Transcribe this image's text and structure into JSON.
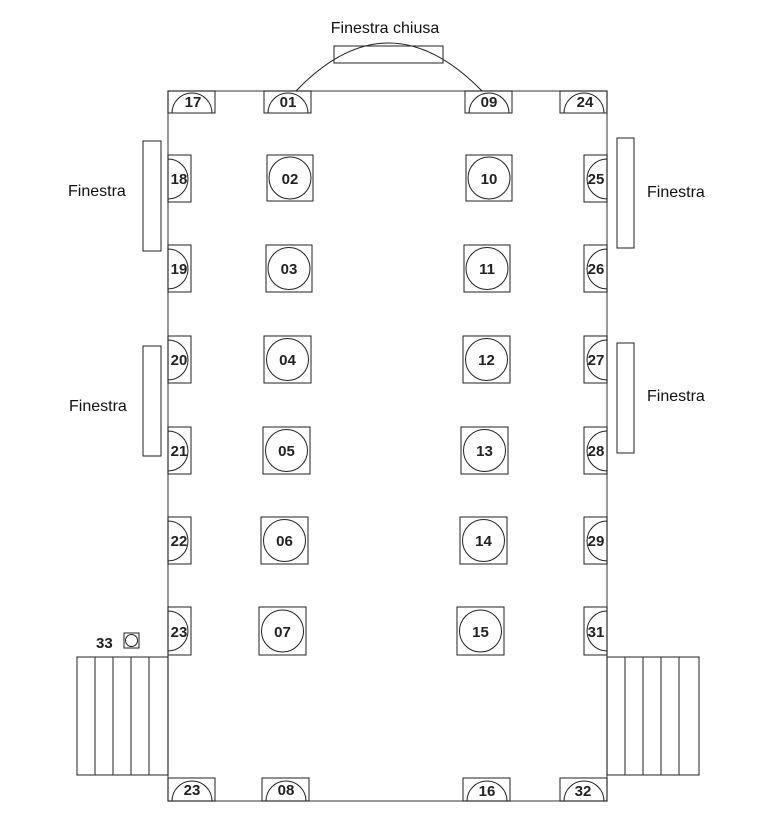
{
  "labels": {
    "closed_window": "Finestra chiusa",
    "window_left_top": "Finestra",
    "window_left_bottom": "Finestra",
    "window_right_top": "Finestra",
    "window_right_bottom": "Finestra",
    "item_33": "33"
  },
  "center_positions": [
    "02",
    "03",
    "04",
    "05",
    "06",
    "07",
    "10",
    "11",
    "12",
    "13",
    "14",
    "15"
  ],
  "wall_positions": {
    "top": [
      "17",
      "01",
      "09",
      "24"
    ],
    "left": [
      "18",
      "19",
      "20",
      "21",
      "22",
      "23"
    ],
    "right": [
      "25",
      "26",
      "27",
      "28",
      "29",
      "31"
    ],
    "bottom": [
      "23",
      "08",
      "16",
      "32"
    ]
  }
}
